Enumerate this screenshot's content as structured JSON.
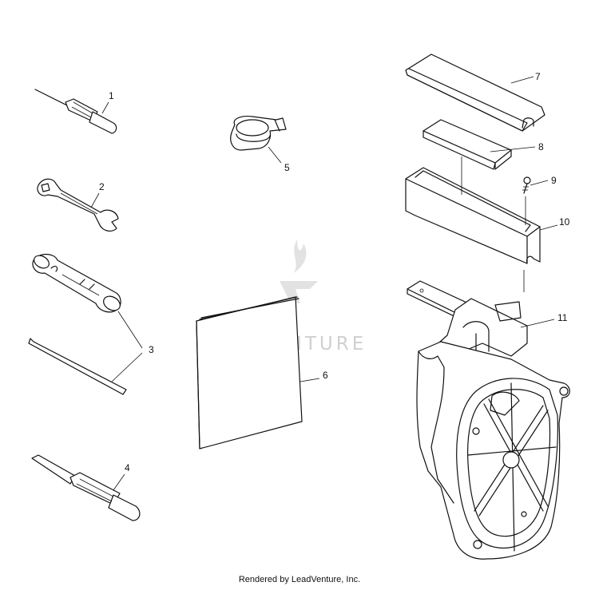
{
  "callouts": {
    "c1": "1",
    "c2": "2",
    "c3": "3",
    "c4": "4",
    "c5": "5",
    "c6": "6",
    "c7": "7",
    "c8": "8",
    "c9": "9",
    "c10": "10",
    "c11": "11"
  },
  "watermark": "LEADVENTURE",
  "footer": "Rendered by LeadVenture, Inc.",
  "colors": {
    "line": "#111111",
    "watermark": "#d0d0d0",
    "background": "#ffffff"
  }
}
